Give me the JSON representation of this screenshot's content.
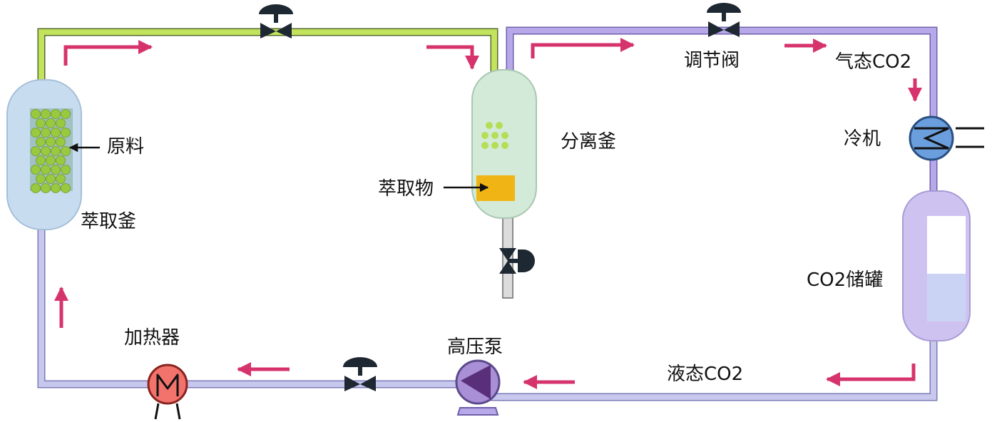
{
  "labels": {
    "raw_material": "原料",
    "extraction_kettle": "萃取釜",
    "separation_kettle": "分离釜",
    "extract": "萃取物",
    "regulating_valve": "调节阀",
    "gas_co2": "气态CO2",
    "chiller": "冷机",
    "co2_tank": "CO2储罐",
    "liquid_co2": "液态CO2",
    "high_pressure_pump": "高压泵",
    "heater": "加热器"
  },
  "colors": {
    "green_pipe": "#c3e35c",
    "purple_pipe": "#b7a8ea",
    "lavender_pipe": "#c8c8ee",
    "flow_arrow": "#d6336c",
    "valve": "#1e2832",
    "extraction_kettle": "#c7dcef",
    "separation_kettle": "#d4ead9",
    "material_beads": "#99c93e",
    "extract": "#f0b514",
    "chiller": "#6b9edc",
    "co2_tank": "#cec3f0",
    "pump": "#a98fd6",
    "heater": "#f2736c"
  },
  "icons": {
    "valves": "valve-icon",
    "chiller": "heat-exchanger-icon",
    "pump": "pump-icon",
    "heater": "motor-m-icon"
  }
}
